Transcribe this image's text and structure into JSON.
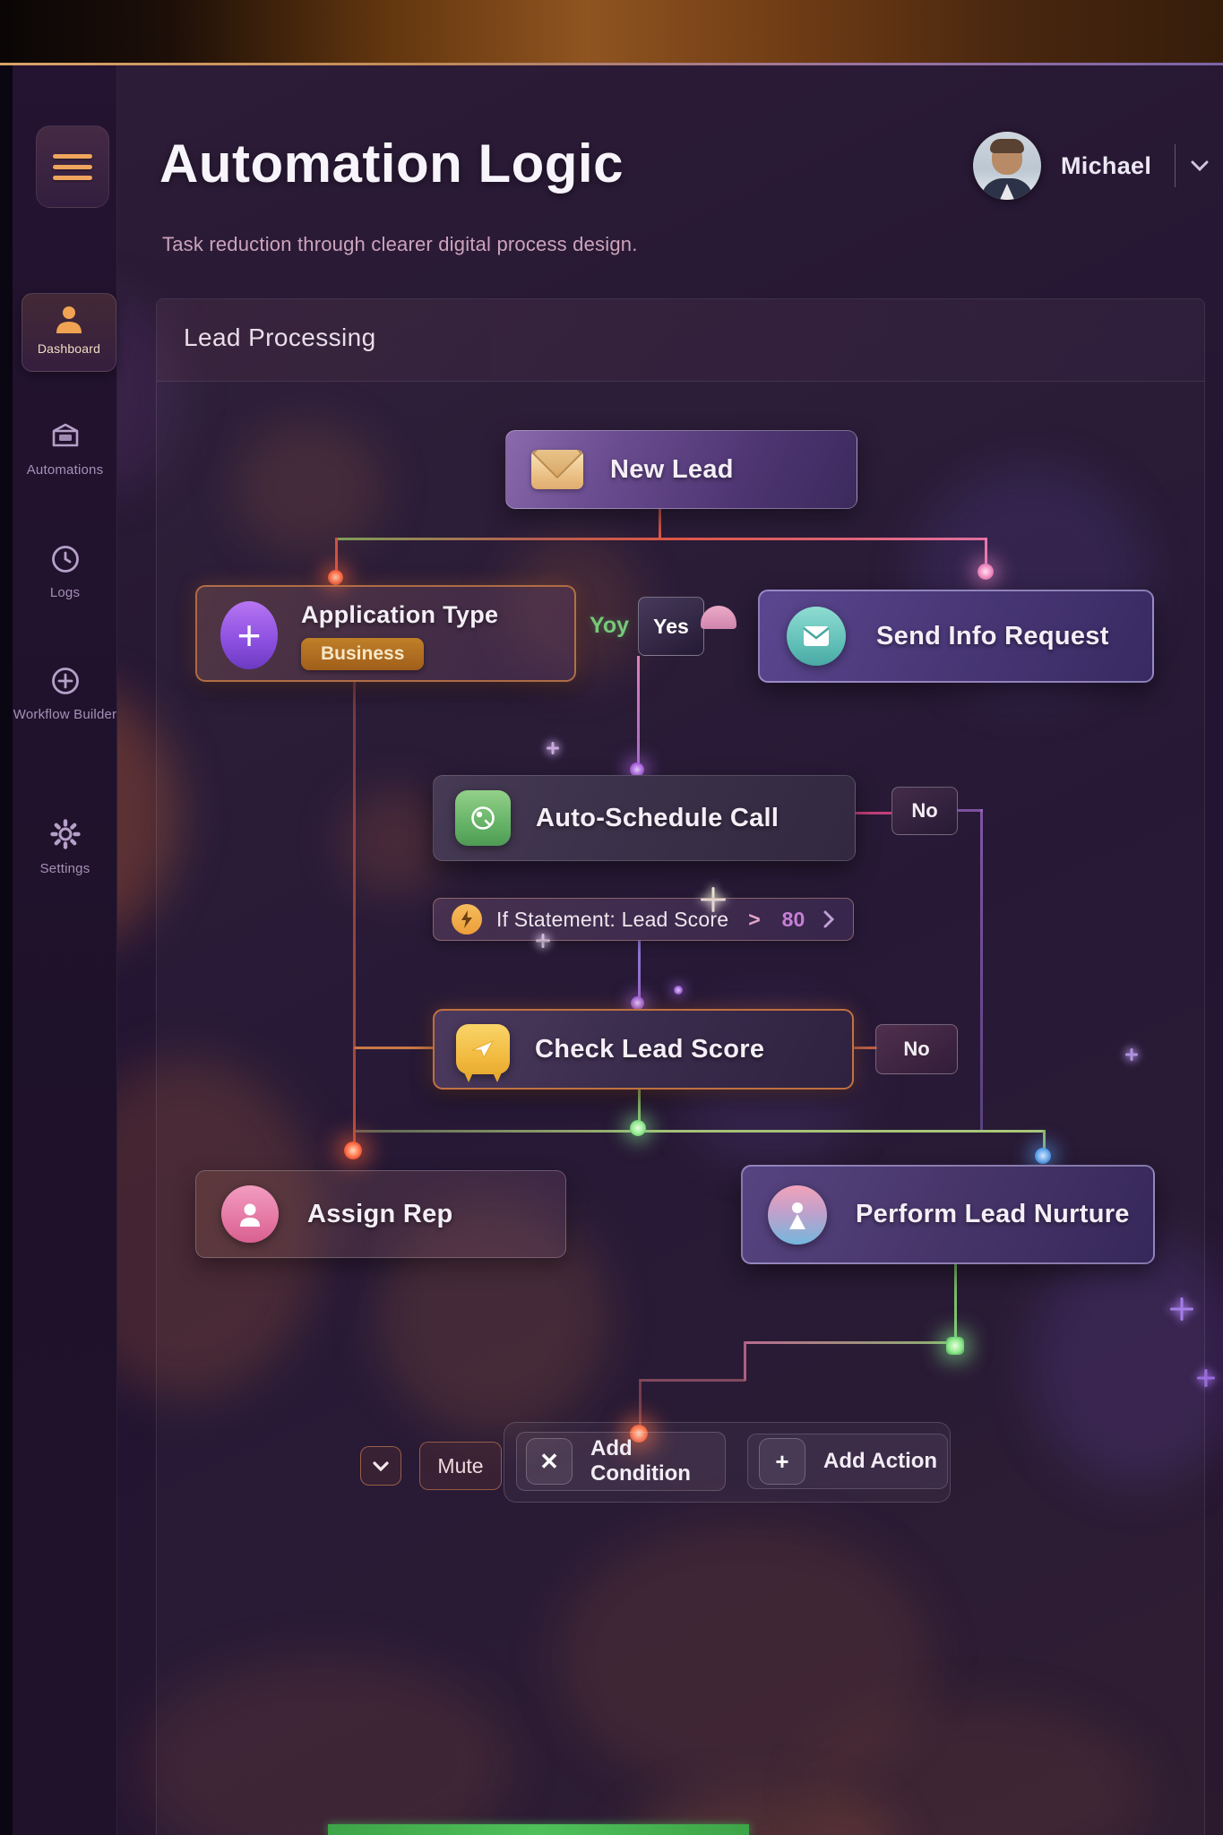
{
  "header": {
    "title": "Automation Logic",
    "subtitle": "Task reduction through clearer digital process design.",
    "user": {
      "name": "Michael"
    }
  },
  "sidebar": {
    "items": [
      {
        "label": "Dashboard",
        "icon": "person-icon",
        "active": true
      },
      {
        "label": "Automations",
        "icon": "archive-box-icon",
        "active": false
      },
      {
        "label": "Logs",
        "icon": "clock-icon",
        "active": false
      },
      {
        "label": "Workflow Builder",
        "icon": "circle-plus-icon",
        "active": false
      },
      {
        "label": "Settings",
        "icon": "gear-icon",
        "active": false
      }
    ]
  },
  "panel": {
    "title": "Lead Processing"
  },
  "flow": {
    "nodes": {
      "new_lead": {
        "label": "New Lead",
        "icon": "envelope-icon"
      },
      "application_type": {
        "label": "Application Type",
        "badge": "Business",
        "icon": "plus-circle-icon"
      },
      "send_info_request": {
        "label": "Send Info Request",
        "icon": "envelope-teal-icon"
      },
      "auto_schedule_call": {
        "label": "Auto-Schedule Call",
        "icon": "phone-icon"
      },
      "if_statement": {
        "label": "If Statement: Lead Score",
        "operator": ">",
        "value": "80",
        "icon": "lightning-icon"
      },
      "check_lead_score": {
        "label": "Check Lead Score",
        "icon": "chat-send-icon"
      },
      "assign_rep": {
        "label": "Assign Rep",
        "icon": "person-pink-icon"
      },
      "perform_lead_nurture": {
        "label": "Perform Lead Nurture",
        "icon": "person-duo-icon"
      }
    },
    "branch_labels": {
      "yes_green": "Yoy",
      "yes_box": "Yes",
      "no_auto_schedule": "No",
      "no_check_score": "No"
    }
  },
  "toolbar": {
    "mute": "Mute",
    "add_condition": "Add Condition",
    "add_action": "Add Action"
  },
  "colors": {
    "accent_orange": "#d27d3e",
    "accent_green": "#4fc05a",
    "branch_yes_green": "#77c979",
    "if_value_pink": "#c77fd6",
    "node_border_light": "#cdc3f5",
    "sidebar_icon_orange": "#efa55e"
  }
}
